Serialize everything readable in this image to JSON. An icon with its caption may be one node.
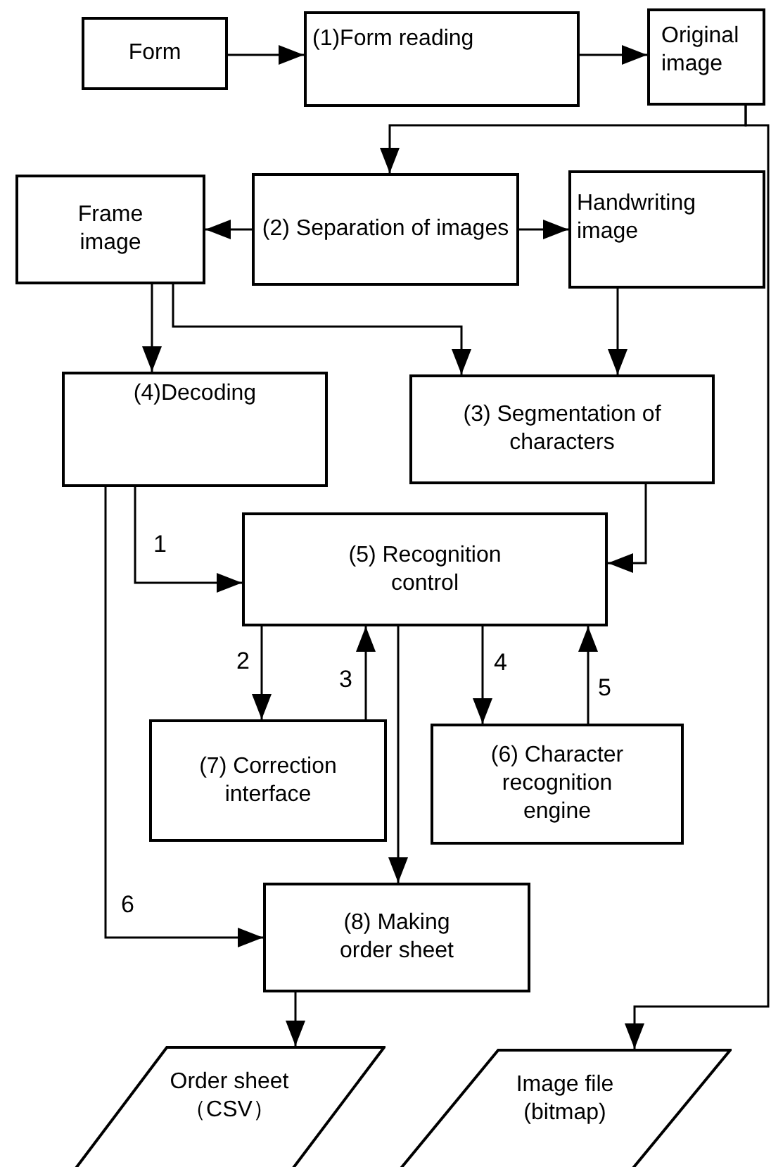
{
  "diagram": {
    "nodes": [
      {
        "text": [
          "Form"
        ]
      },
      {
        "text": [
          "(1)Form reading"
        ]
      },
      {
        "text": [
          "Original image"
        ]
      },
      {
        "text": [
          "Frame image"
        ]
      },
      {
        "text": [
          "(2) Separation of images"
        ]
      },
      {
        "text": [
          "Handwriting image"
        ]
      },
      {
        "text": [
          "(4)Decoding"
        ]
      },
      {
        "text": [
          "(3) Segmentation of characters"
        ]
      },
      {
        "text": [
          "(5) Recognition control"
        ]
      },
      {
        "text": [
          "(7) Correction interface"
        ]
      },
      {
        "text": [
          "(6) Character recognition engine"
        ]
      },
      {
        "text": [
          "(8) Making order sheet"
        ]
      },
      {
        "text": [
          "Order sheet （CSV）"
        ]
      },
      {
        "text": [
          "Image file (bitmap)"
        ]
      }
    ],
    "edges": [
      {
        "from": 0,
        "to": 1,
        "arrow": "to"
      },
      {
        "from": 1,
        "to": 2,
        "arrow": "to"
      },
      {
        "from": 2,
        "to": 4,
        "arrow": "to"
      },
      {
        "from": 4,
        "to": 3,
        "arrow": "to"
      },
      {
        "from": 4,
        "to": 5,
        "arrow": "to"
      },
      {
        "from": 3,
        "to": 6,
        "arrow": "to"
      },
      {
        "from": 3,
        "to": 7,
        "arrow": "to"
      },
      {
        "from": 5,
        "to": 7,
        "arrow": "to"
      },
      {
        "from": 6,
        "to": 8,
        "arrow": "to",
        "label": "1"
      },
      {
        "from": 7,
        "to": 8,
        "arrow": "to"
      },
      {
        "from": 8,
        "to": 9,
        "arrow": "to",
        "label": "2"
      },
      {
        "from": 9,
        "to": 8,
        "arrow": "to",
        "label": "3"
      },
      {
        "from": 8,
        "to": 10,
        "arrow": "to",
        "label": "4"
      },
      {
        "from": 10,
        "to": 8,
        "arrow": "to",
        "label": "5"
      },
      {
        "from": 8,
        "to": 11,
        "arrow": "to"
      },
      {
        "from": 6,
        "to": 11,
        "arrow": "to",
        "label": "6"
      },
      {
        "from": 11,
        "to": 12,
        "arrow": "to"
      },
      {
        "from": 2,
        "to": 13,
        "arrow": "to"
      }
    ]
  }
}
